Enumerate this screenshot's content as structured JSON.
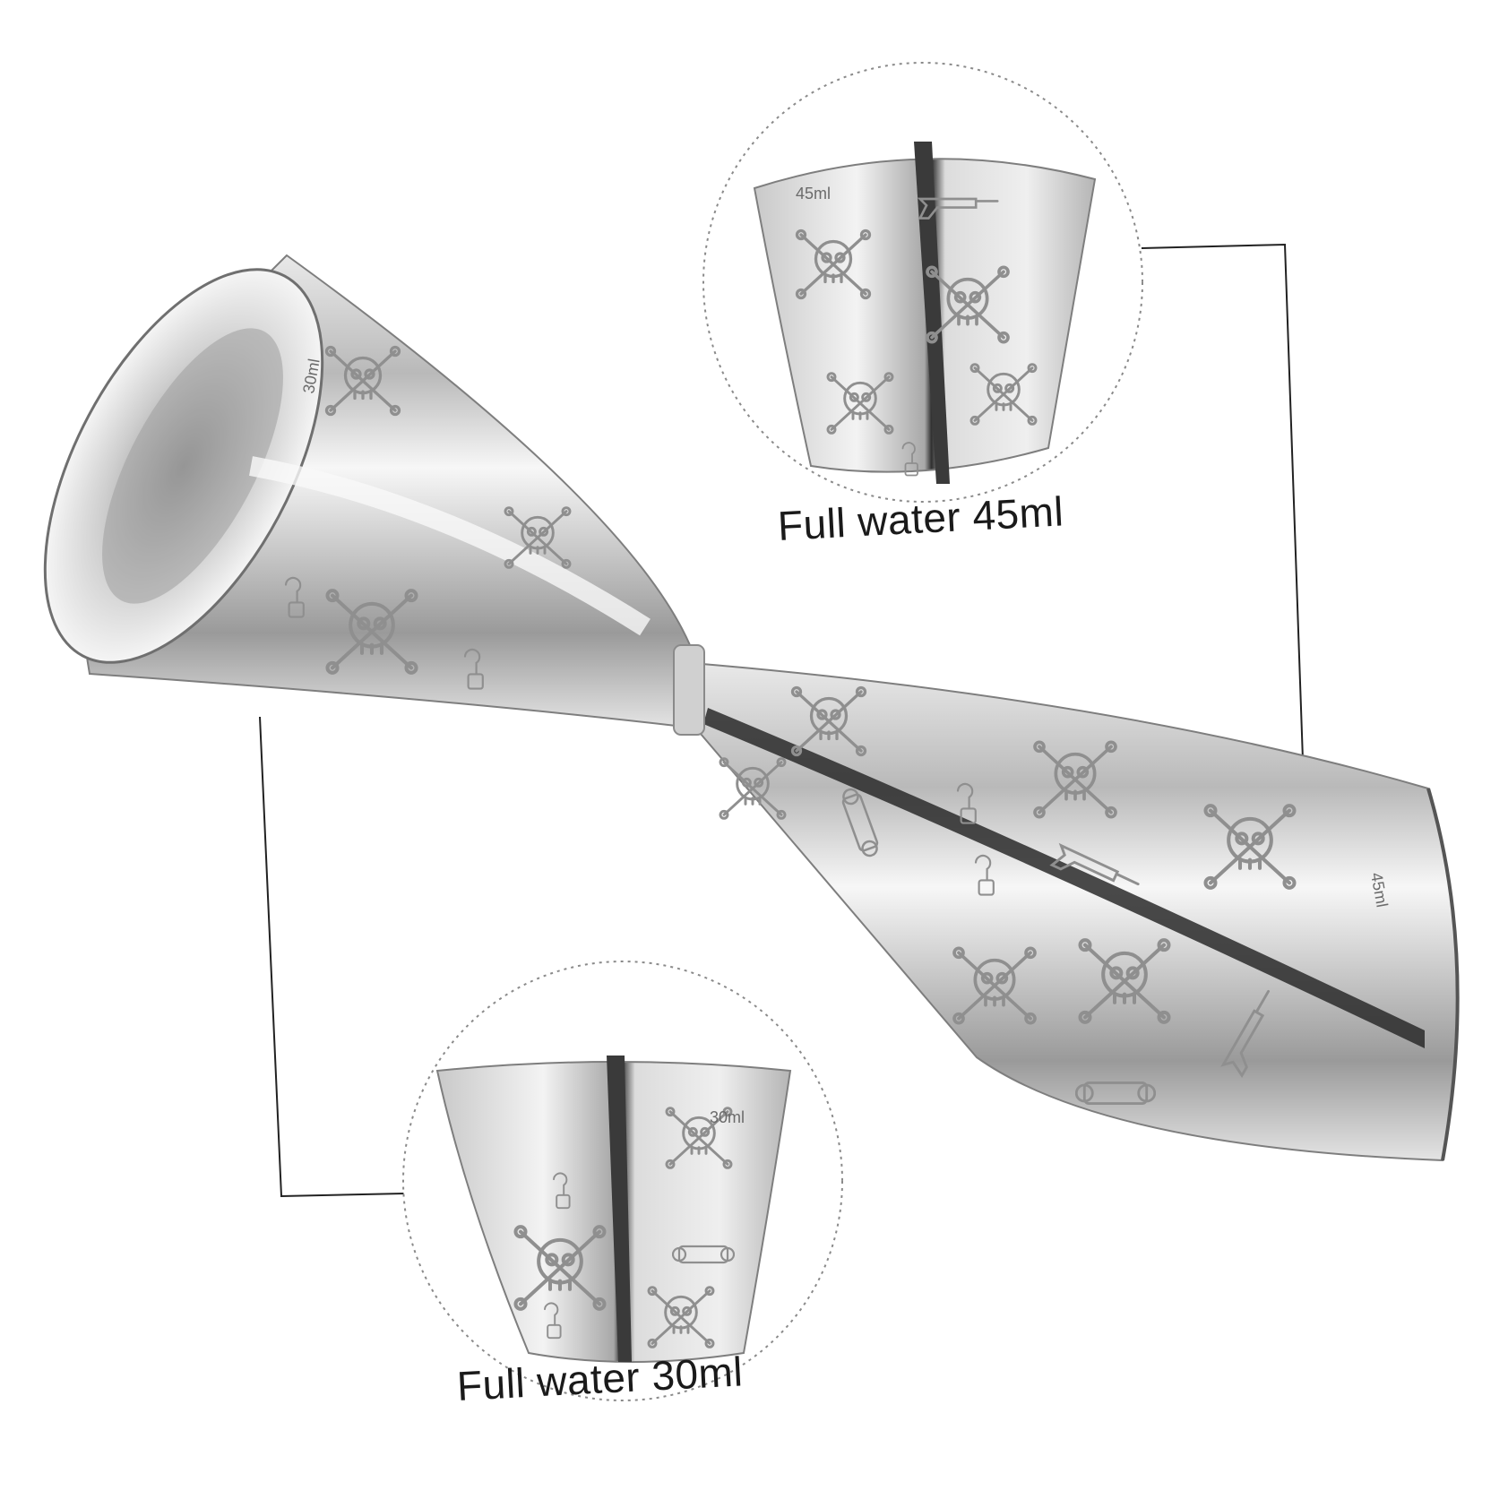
{
  "captions": {
    "large_cup": "Full water 45ml",
    "small_cup": "Full water 30ml"
  },
  "etched_marks": {
    "large": "45ml",
    "small": "30ml"
  },
  "colors": {
    "background": "#ffffff",
    "steel_light": "#f2f2f2",
    "steel_mid": "#bdbdbd",
    "steel_dark": "#3a3a3a",
    "leader_line": "#222222",
    "dotted_circle": "#8a8a8a"
  },
  "icons": [
    "skull-crossbones-icon",
    "pirate-hook-icon",
    "flintlock-pistol-icon",
    "scroll-icon"
  ]
}
